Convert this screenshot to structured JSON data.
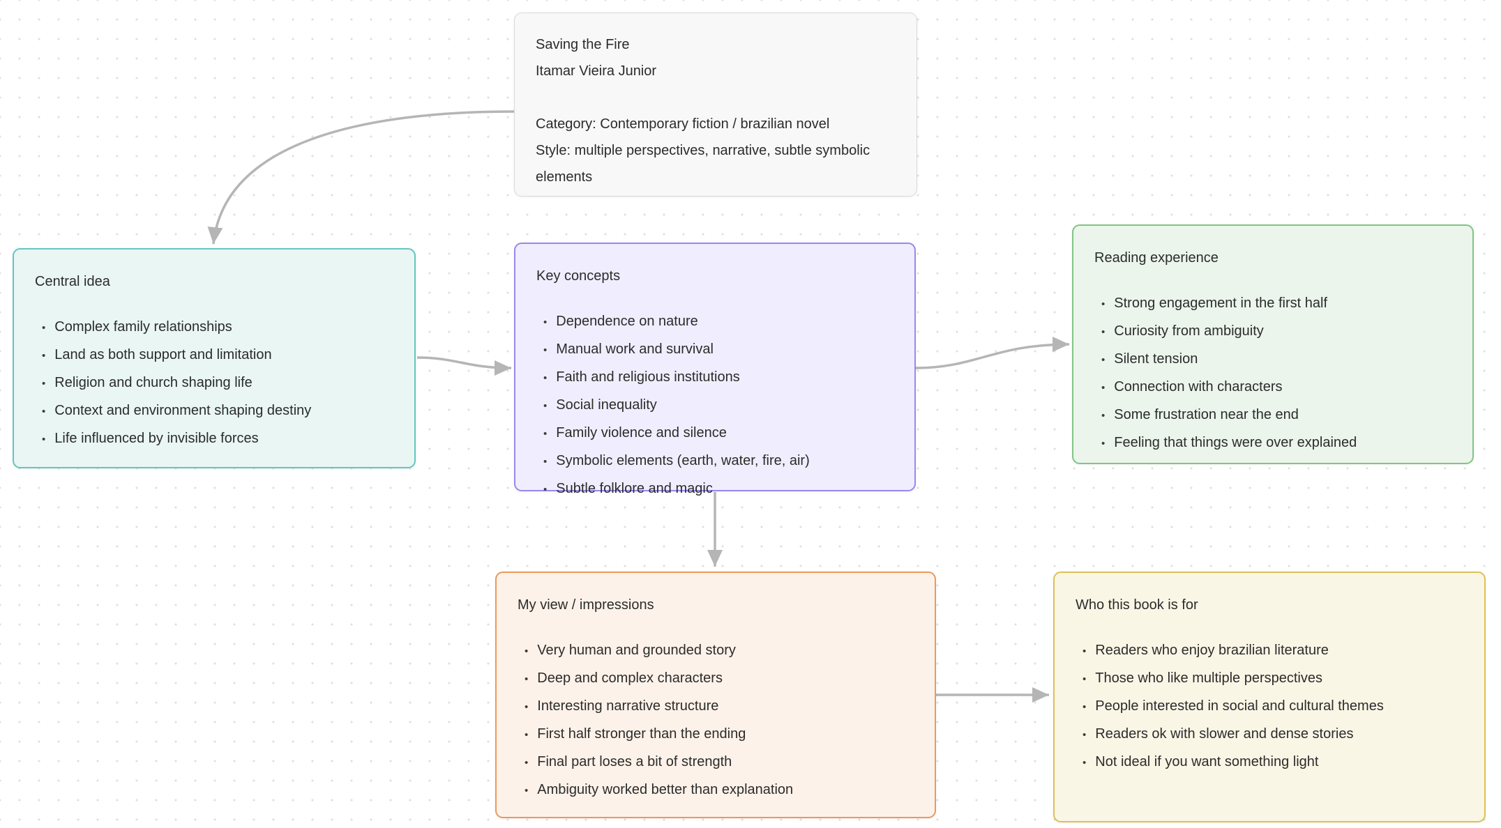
{
  "canvas": {
    "background": "#ffffff",
    "dot_color": "#e0e0e0",
    "arrow_color": "#b5b5b5",
    "text_color": "#2b2b2b"
  },
  "nodes": {
    "book_info": {
      "line1": "Saving the Fire",
      "line2": "Itamar Vieira Junior",
      "line3": "Category: Contemporary fiction / brazilian novel",
      "line4": "Style: multiple perspectives, narrative, subtle symbolic elements",
      "border": "#d9d9d9",
      "background": "#f8f8f8"
    },
    "central_idea": {
      "title": "Central idea",
      "items": [
        "Complex family relationships",
        "Land as both support and limitation",
        "Religion and church shaping life",
        "Context and environment shaping destiny",
        "Life influenced by invisible forces"
      ],
      "border": "#63c6c0",
      "background": "#e9f6f4"
    },
    "key_concepts": {
      "title": "Key concepts",
      "items": [
        "Dependence on nature",
        "Manual work and survival",
        "Faith and religious institutions",
        "Social inequality",
        "Family violence and silence",
        "Symbolic elements (earth, water, fire, air)",
        "Subtle folklore and magic"
      ],
      "border": "#9689ef",
      "background": "#f0eefe"
    },
    "reading_experience": {
      "title": "Reading experience",
      "items": [
        "Strong engagement in the first half",
        "Curiosity from ambiguity",
        "Silent tension",
        "Connection with characters",
        "Some frustration near the end",
        "Feeling that things were over explained"
      ],
      "border": "#80c584",
      "background": "#ebf5ec"
    },
    "my_view": {
      "title": "My view / impressions",
      "items": [
        "Very human and grounded story",
        "Deep and complex characters",
        "Interesting narrative structure",
        "First half stronger than the ending",
        "Final part loses a bit of strength",
        "Ambiguity worked better than explanation"
      ],
      "border": "#e89a5d",
      "background": "#fdf2e9"
    },
    "who_for": {
      "title": "Who this book is for",
      "items": [
        "Readers who enjoy brazilian literature",
        "Those who like multiple perspectives",
        "People interested in social and cultural themes",
        "Readers ok with slower and dense stories",
        "Not ideal if you want something light"
      ],
      "border": "#dcc156",
      "background": "#faf6e6"
    }
  },
  "edges": [
    {
      "from": "book_info",
      "to": "central_idea"
    },
    {
      "from": "central_idea",
      "to": "key_concepts"
    },
    {
      "from": "key_concepts",
      "to": "reading_experience"
    },
    {
      "from": "key_concepts",
      "to": "my_view"
    },
    {
      "from": "my_view",
      "to": "who_for"
    }
  ],
  "bullet_glyph": "•"
}
